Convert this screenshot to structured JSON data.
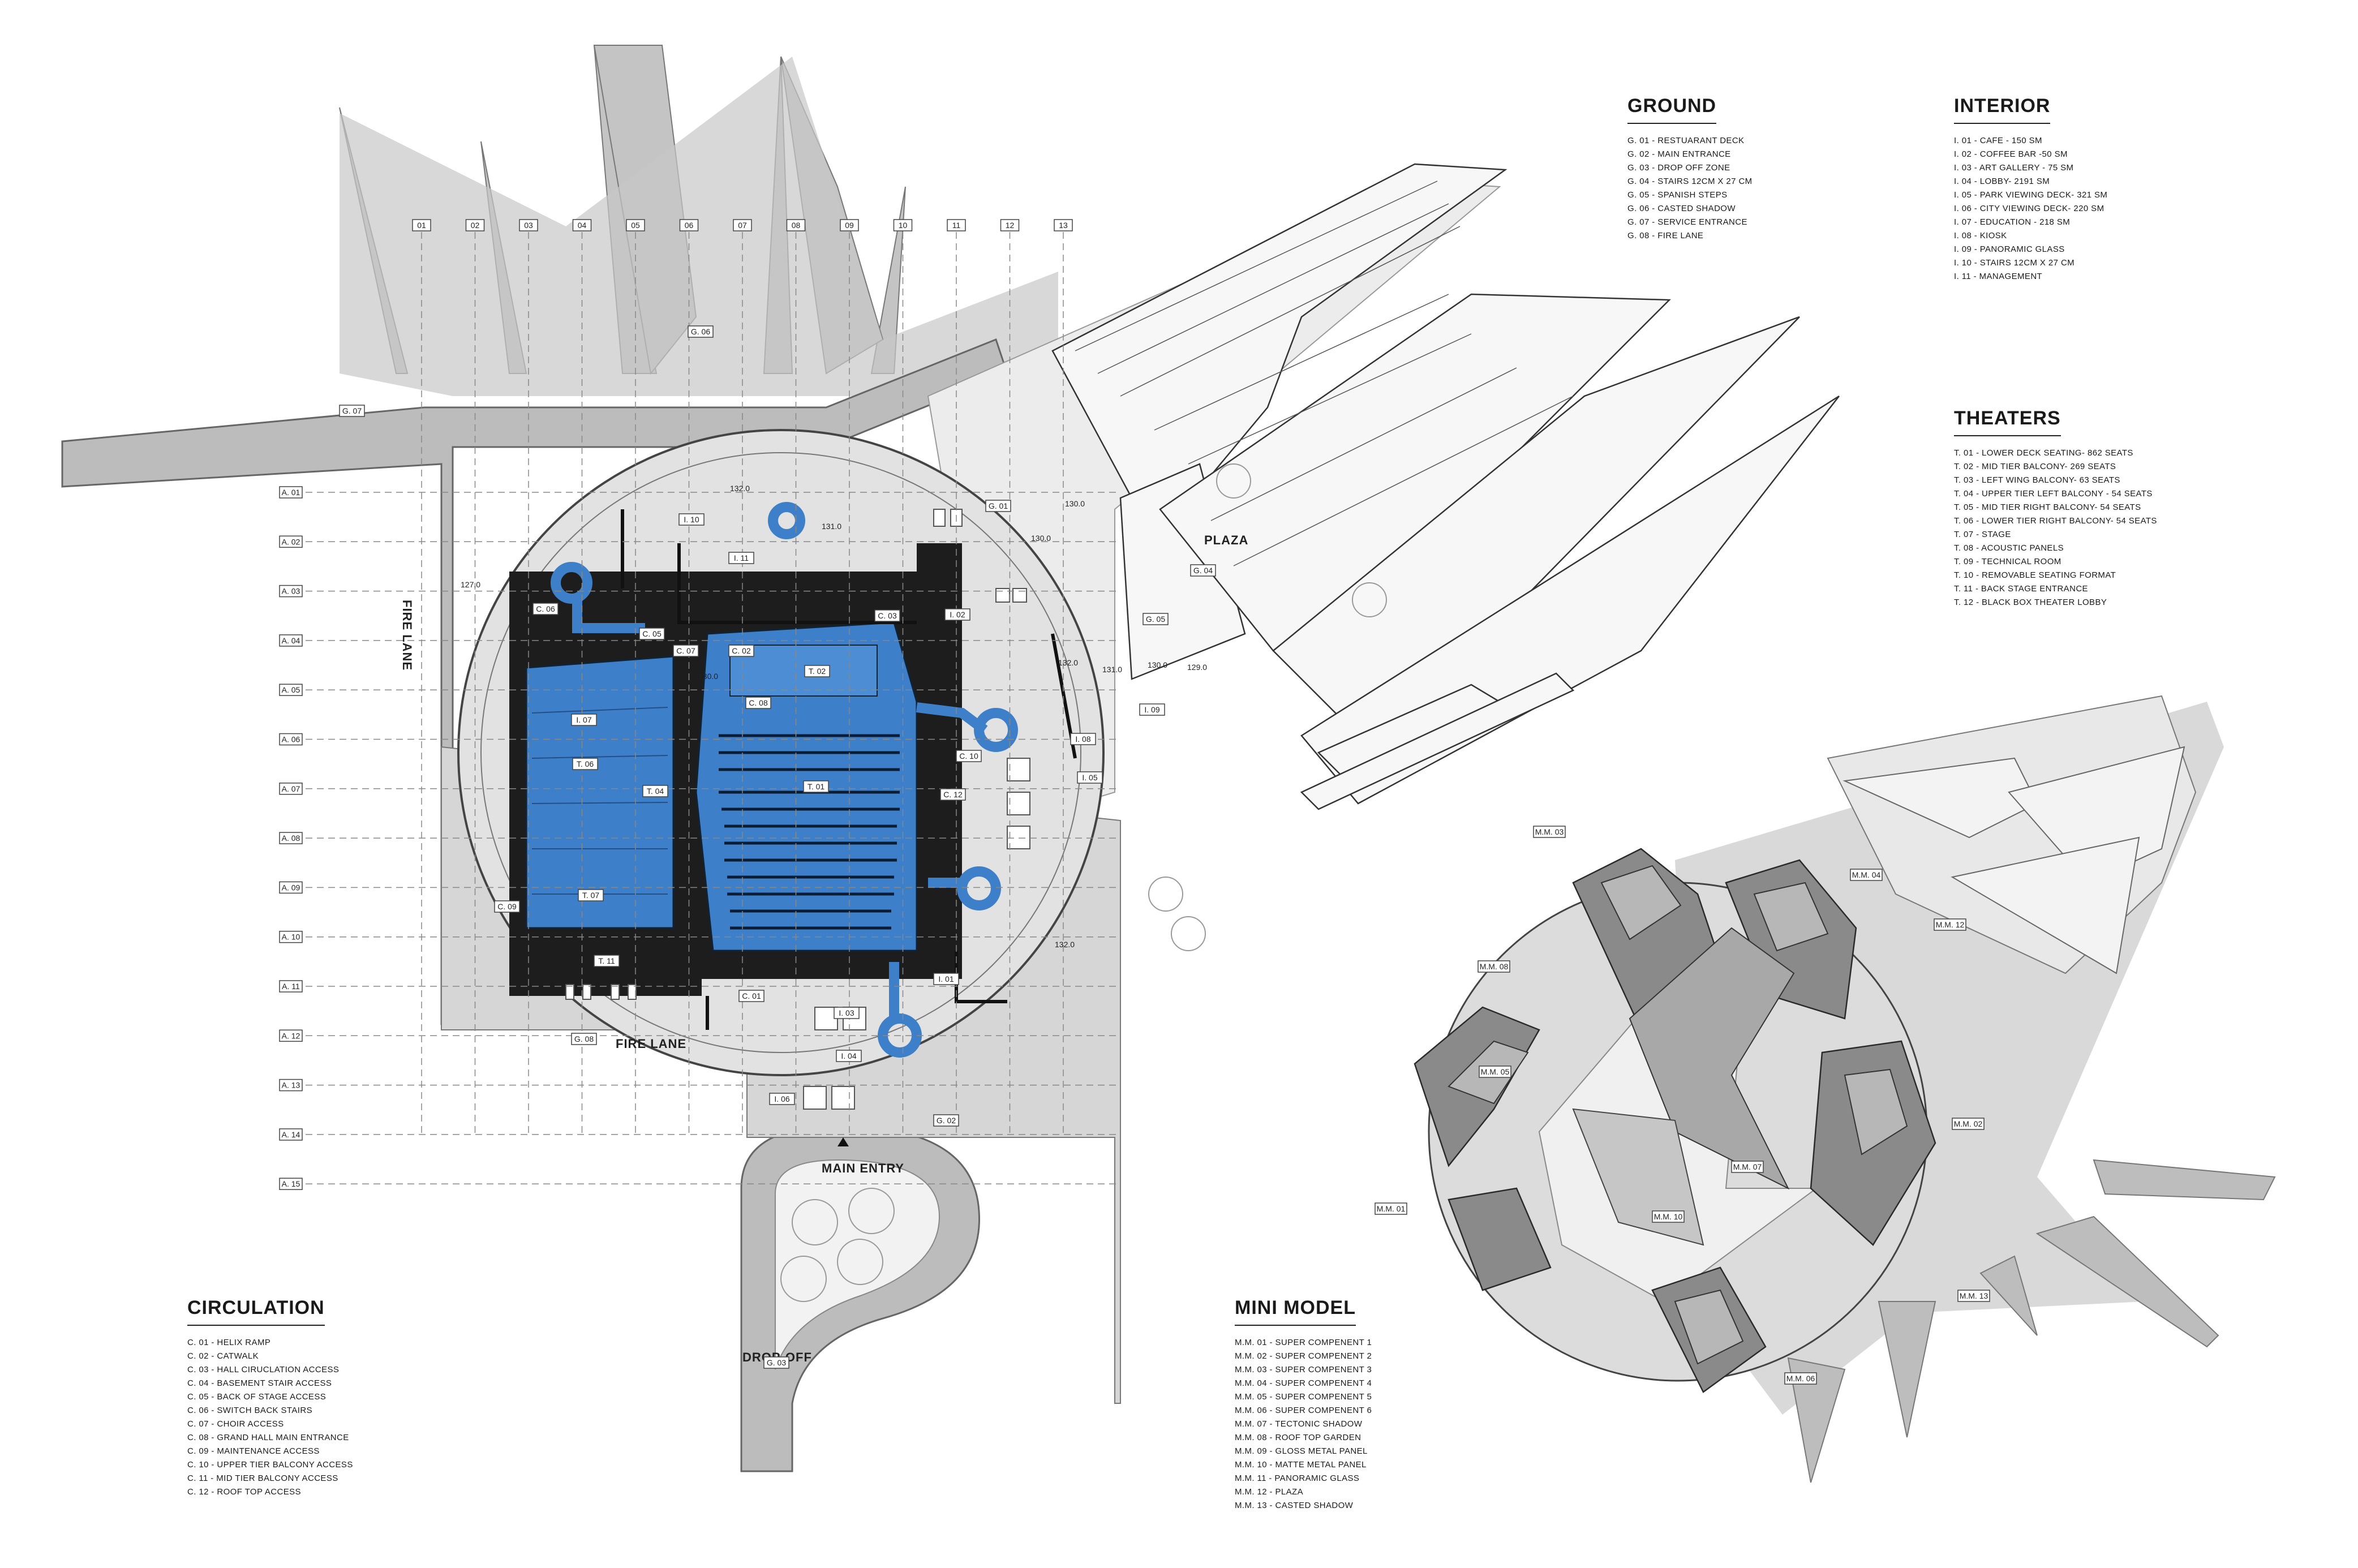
{
  "legends": {
    "ground": {
      "title": "GROUND",
      "items": [
        "G. 01 - RESTUARANT DECK",
        "G. 02 - MAIN ENTRANCE",
        "G. 03 - DROP OFF ZONE",
        "G. 04 - STAIRS 12CM X 27 CM",
        "G. 05 - SPANISH STEPS",
        "G. 06 - CASTED SHADOW",
        "G. 07 - SERVICE ENTRANCE",
        "G. 08 - FIRE LANE"
      ]
    },
    "interior": {
      "title": "INTERIOR",
      "items": [
        "I. 01 - CAFE - 150 SM",
        "I. 02 - COFFEE BAR -50 SM",
        "I. 03 - ART GALLERY - 75 SM",
        "I. 04 - LOBBY- 2191 SM",
        "I. 05 - PARK VIEWING DECK- 321 SM",
        "I. 06 - CITY VIEWING DECK- 220 SM",
        "I. 07 - EDUCATION - 218 SM",
        "I. 08 - KIOSK",
        "I. 09 - PANORAMIC GLASS",
        "I. 10 - STAIRS 12CM X 27 CM",
        "I. 11 - MANAGEMENT"
      ]
    },
    "theaters": {
      "title": "THEATERS",
      "items": [
        "T. 01 - LOWER DECK SEATING- 862 SEATS",
        "T. 02 - MID TIER BALCONY- 269 SEATS",
        "T. 03 - LEFT WING BALCONY- 63 SEATS",
        "T. 04 - UPPER TIER LEFT BALCONY - 54 SEATS",
        "T. 05 - MID TIER RIGHT BALCONY- 54 SEATS",
        "T. 06 - LOWER TIER RIGHT BALCONY- 54 SEATS",
        "T. 07 - STAGE",
        "T. 08 - ACOUSTIC PANELS",
        "T. 09 - TECHNICAL ROOM",
        "T. 10 - REMOVABLE SEATING FORMAT",
        "T. 11 - BACK STAGE ENTRANCE",
        "T. 12 - BLACK BOX THEATER LOBBY"
      ]
    },
    "circulation": {
      "title": "CIRCULATION",
      "items": [
        "C. 01 - HELIX RAMP",
        "C. 02 - CATWALK",
        "C. 03 - HALL CIRUCLATION ACCESS",
        "C. 04 - BASEMENT STAIR ACCESS",
        "C. 05 - BACK OF STAGE ACCESS",
        "C. 06 - SWITCH BACK STAIRS",
        "C. 07 - CHOIR ACCESS",
        "C. 08 - GRAND HALL MAIN ENTRANCE",
        "C. 09 - MAINTENANCE ACCESS",
        "C. 10 - UPPER TIER BALCONY ACCESS",
        "C. 11 - MID TIER BALCONY ACCESS",
        "C. 12 - ROOF TOP ACCESS"
      ]
    },
    "mini_model": {
      "title": "MINI MODEL",
      "items": [
        "M.M. 01 - SUPER COMPENENT 1",
        "M.M. 02 - SUPER COMPENENT 2",
        "M.M. 03 - SUPER COMPENENT 3",
        "M.M. 04 - SUPER COMPENENT 4",
        "M.M. 05 - SUPER COMPENENT 5",
        "M.M. 06 - SUPER COMPENENT 6",
        "M.M. 07 - TECTONIC SHADOW",
        "M.M. 08 - ROOF TOP GARDEN",
        "M.M. 09 - GLOSS METAL PANEL",
        "M.M. 10 - MATTE METAL PANEL",
        "M.M. 11 - PANORAMIC GLASS",
        "M.M. 12 - PLAZA",
        "M.M. 13 - CASTED SHADOW"
      ]
    }
  },
  "plan": {
    "grid_columns": [
      "01",
      "02",
      "03",
      "04",
      "05",
      "06",
      "07",
      "08",
      "09",
      "10",
      "11",
      "12",
      "13"
    ],
    "grid_rows": [
      "A. 01",
      "A. 02",
      "A. 03",
      "A. 04",
      "A. 05",
      "A. 06",
      "A. 07",
      "A. 08",
      "A. 09",
      "A. 10",
      "A. 11",
      "A. 12",
      "A. 13",
      "A. 14",
      "A. 15"
    ],
    "labels": {
      "plaza": "PLAZA",
      "fire_lane_vertical": "FIRE LANE",
      "fire_lane_horizontal": "FIRE LANE",
      "main_entry": "MAIN ENTRY",
      "drop_off": "DROP-OFF"
    },
    "tags": {
      "g01": "G. 01",
      "g02": "G. 02",
      "g03": "G. 03",
      "g04": "G. 04",
      "g05": "G. 05",
      "g06": "G. 06",
      "g07": "G. 07",
      "g08": "G. 08",
      "i01": "I. 01",
      "i02": "I. 02",
      "i03": "I. 03",
      "i04": "I. 04",
      "i05": "I. 05",
      "i06": "I. 06",
      "i07": "I. 07",
      "i08": "I. 08",
      "i09": "I. 09",
      "i10": "I. 10",
      "i11": "I. 11",
      "t01": "T. 01",
      "t02": "T. 02",
      "t04": "T. 04",
      "t06": "T. 06",
      "t07": "T. 07",
      "t11": "T. 11",
      "c01": "C. 01",
      "c02": "C. 02",
      "c03": "C. 03",
      "c05": "C. 05",
      "c06": "C. 06",
      "c07": "C. 07",
      "c08": "C. 08",
      "c09": "C. 09",
      "c10": "C. 10",
      "c12": "C. 12"
    },
    "elevations": {
      "e1": "132.0",
      "e2": "131.0",
      "e3": "130.0",
      "e4": "130.0",
      "e5": "131.0",
      "e6": "130.0",
      "e7": "129.0",
      "e8": "127.0",
      "e9": "132.0",
      "e10": "130.0",
      "e11": "132.0"
    }
  },
  "model": {
    "tags": {
      "mm01": "M.M. 01",
      "mm02": "M.M. 02",
      "mm03": "M.M. 03",
      "mm04": "M.M. 04",
      "mm05": "M.M. 05",
      "mm06": "M.M. 06",
      "mm07": "M.M. 07",
      "mm08": "M.M. 08",
      "mm10": "M.M. 10",
      "mm12": "M.M. 12",
      "mm13": "M.M. 13"
    }
  },
  "colors": {
    "blue": "#3d7fc9",
    "dark": "#1d1d1d",
    "road": "#bdbdbd",
    "shadow": "#d8d8d8",
    "plaza": "#f2f2f2"
  }
}
